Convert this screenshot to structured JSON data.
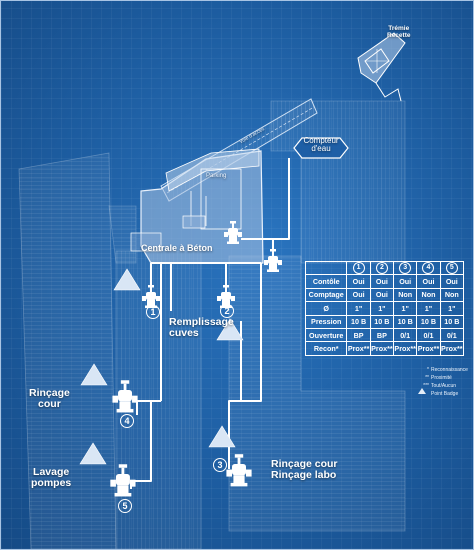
{
  "labels": {
    "tremie": "Trémie\nRecette",
    "parking": "Parking",
    "slope": "Voie d'accès",
    "compteur": "Compteur\nd'eau",
    "centrale": "Centrale à Béton",
    "remplissage": "Remplissage\ncuves",
    "rincage_cour": "Rinçage\ncour",
    "lavage": "Lavage\npompes",
    "rincage_labo": "Rinçage cour\nRinçage labo"
  },
  "numbers": [
    "1",
    "2",
    "3",
    "4",
    "5"
  ],
  "table": {
    "headers": [
      "1",
      "2",
      "3",
      "4",
      "5"
    ],
    "rows": [
      {
        "label": "Contôle",
        "cells": [
          "Oui",
          "Oui",
          "Oui",
          "Oui",
          "Oui"
        ]
      },
      {
        "label": "Comptage",
        "cells": [
          "Oui",
          "Oui",
          "Non",
          "Non",
          "Non"
        ]
      },
      {
        "label": "Ø",
        "cells": [
          "1\"",
          "1\"",
          "1\"",
          "1\"",
          "1\""
        ]
      },
      {
        "label": "Pression",
        "cells": [
          "10 B",
          "10 B",
          "10 B",
          "10 B",
          "10 B"
        ]
      },
      {
        "label": "Ouverture",
        "cells": [
          "BP",
          "BP",
          "0/1",
          "0/1",
          "0/1"
        ]
      },
      {
        "label": "Recon*",
        "cells": [
          "Prox**",
          "Prox**",
          "Prox**",
          "Prox**",
          "Prox**"
        ]
      }
    ]
  },
  "legend": [
    {
      "mark": "*",
      "text": "Reconnaissance"
    },
    {
      "mark": "**",
      "text": "Proximité"
    },
    {
      "mark": "***",
      "text": "Tout/Aucun"
    },
    {
      "mark": "triangle",
      "text": "Point Badge"
    }
  ],
  "colors": {
    "background": "#1c5b9e",
    "line": "#ffffff",
    "building": "#a9c3e2"
  }
}
